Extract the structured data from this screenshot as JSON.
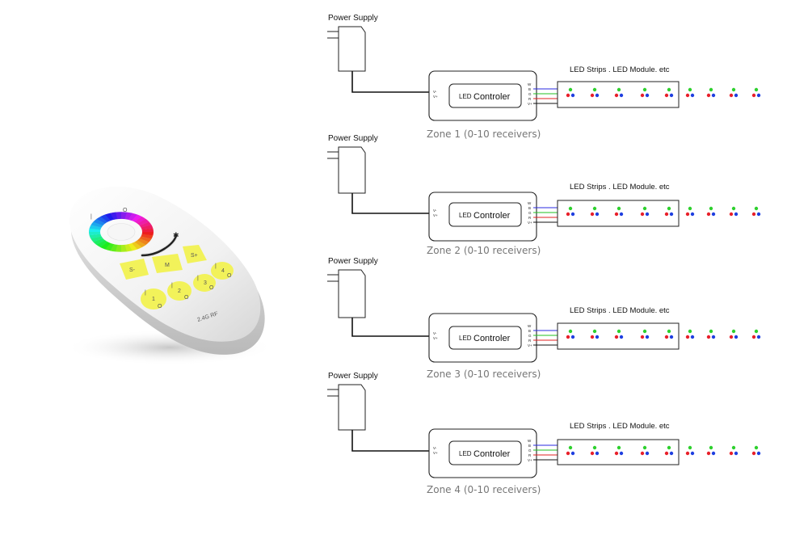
{
  "remote": {
    "power_on_symbol": "|",
    "power_off_symbol": "O",
    "buttons": {
      "speed_down": "S-",
      "mode": "M",
      "speed_up": "S+",
      "zone_labels": [
        "1",
        "2",
        "3",
        "4"
      ],
      "on_symbol": "|",
      "off_symbol": "O"
    },
    "brand_text": "2.4G RF",
    "body_color": "#f4f4f4",
    "button_color": "#f2f25a"
  },
  "zones": [
    {
      "power_supply_label": "Power Supply",
      "strip_label": "LED Strips . LED Module. etc",
      "controller_prefix": "LED",
      "controller_word": "Controler",
      "zone_label": "Zone 1 (0-10 receivers)",
      "input_pins": [
        "V-",
        "V+"
      ],
      "output_pins": [
        "W",
        "B",
        "G",
        "R",
        "V+"
      ]
    },
    {
      "power_supply_label": "Power Supply",
      "strip_label": "LED Strips . LED Module. etc",
      "controller_prefix": "LED",
      "controller_word": "Controler",
      "zone_label": "Zone 2 (0-10 receivers)",
      "input_pins": [
        "V-",
        "V+"
      ],
      "output_pins": [
        "W",
        "B",
        "G",
        "R",
        "V+"
      ]
    },
    {
      "power_supply_label": "Power Supply",
      "strip_label": "LED Strips . LED Module. etc",
      "controller_prefix": "LED",
      "controller_word": "Controler",
      "zone_label": "Zone 3 (0-10 receivers)",
      "input_pins": [
        "V-",
        "V+"
      ],
      "output_pins": [
        "W",
        "B",
        "G",
        "R",
        "V+"
      ]
    },
    {
      "power_supply_label": "Power Supply",
      "strip_label": "LED Strips . LED Module. etc",
      "controller_prefix": "LED",
      "controller_word": "Controler",
      "zone_label": "Zone 4 (0-10 receivers)",
      "input_pins": [
        "V-",
        "V+"
      ],
      "output_pins": [
        "W",
        "B",
        "G",
        "R",
        "V+"
      ]
    }
  ],
  "colors": {
    "wire_blue": "#2a2ae0",
    "wire_green": "#22c022",
    "wire_red": "#e02020",
    "led_red": "#e8202a",
    "led_blue": "#1f3fe0",
    "led_green": "#2ed02e"
  }
}
